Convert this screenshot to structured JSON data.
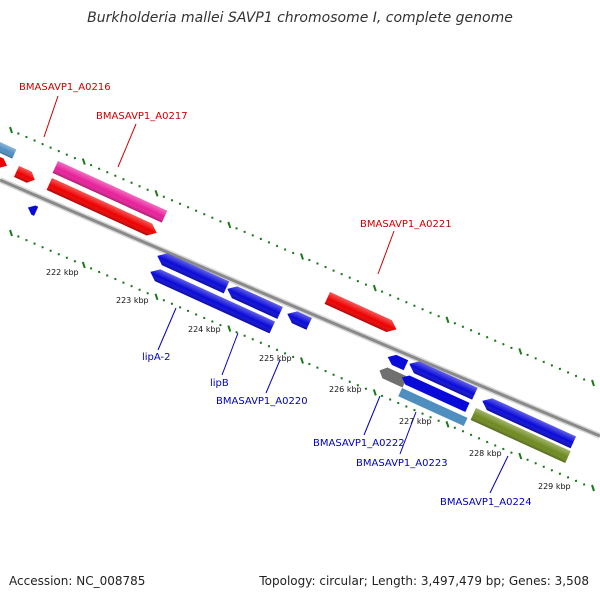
{
  "title": "Burkholderia mallei SAVP1 chromosome I, complete genome",
  "accession": "Accession: NC_008785",
  "summary": "Topology: circular; Length: 3,497,479 bp; Genes: 3,508",
  "colors": {
    "red_label": "#cc0000",
    "blue_label": "#0000bb",
    "backbone": "#8a8a8a",
    "tick": "#1a7a1a",
    "gene_red": "#ee0000",
    "gene_magenta": "#e8209a",
    "gene_blue": "#0a0ad8",
    "gene_lightblue": "#4f8fc0",
    "gene_gray": "#707070",
    "gene_olive": "#6e8a20"
  },
  "tick_labels": [
    "222 kbp",
    "223 kbp",
    "224 kbp",
    "225 kbp",
    "226 kbp",
    "227 kbp",
    "228 kbp",
    "229 kbp"
  ],
  "labels_top": [
    "BMASAVP1_A0216",
    "BMASAVP1_A0217",
    "BMASAVP1_A0221"
  ],
  "labels_bottom": [
    "lipA-2",
    "lipB",
    "BMASAVP1_A0220",
    "BMASAVP1_A0222",
    "BMASAVP1_A0223",
    "BMASAVP1_A0224"
  ]
}
